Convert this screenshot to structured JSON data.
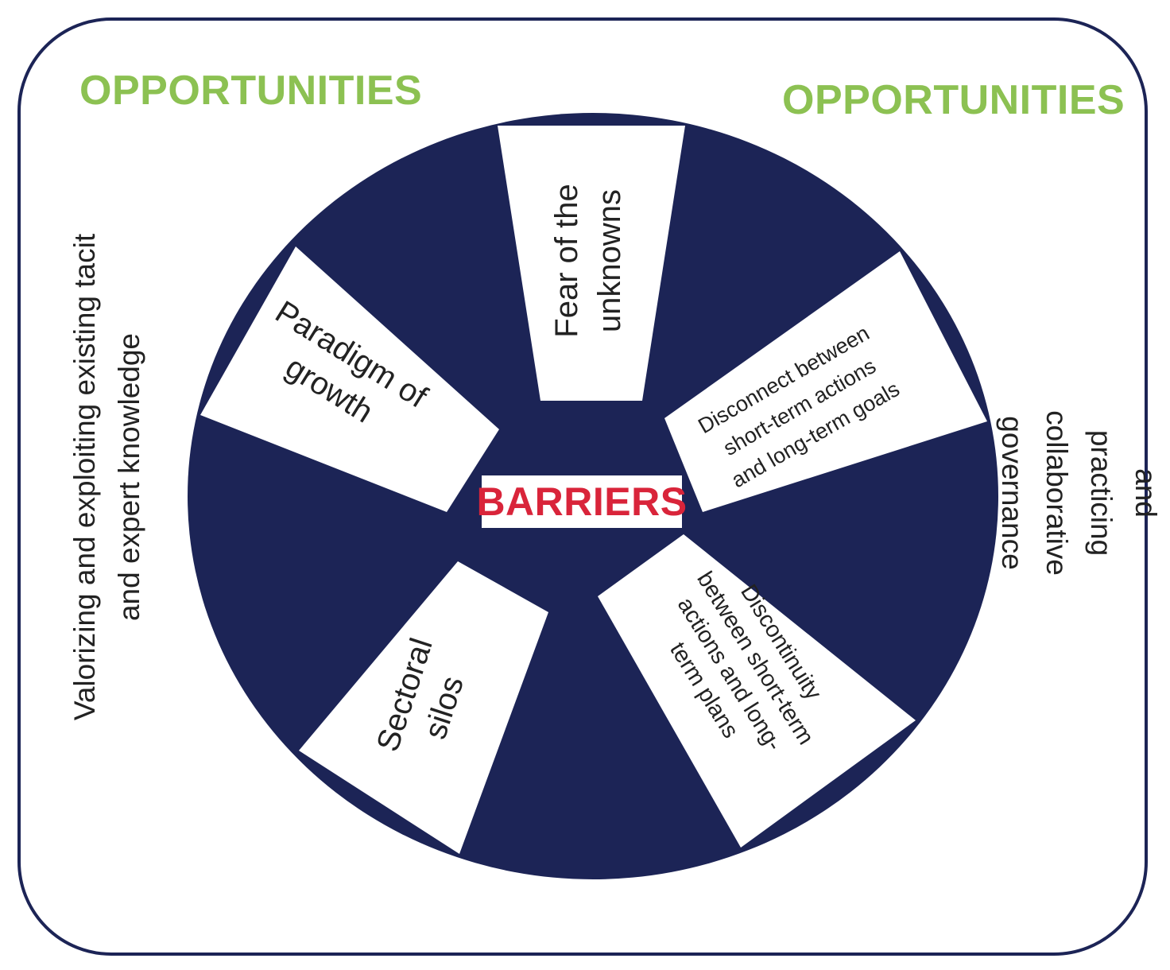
{
  "opportunities": {
    "left_heading": "OPPORTUNITIES",
    "right_heading": "OPPORTUNITIES",
    "left_text": "Valorizing and exploiting existing tacit\nand expert knowledge",
    "right_text": "Establishing and practicing\ncollaborative governance approaches"
  },
  "center": {
    "label": "BARRIERS"
  },
  "barriers": {
    "fear": "Fear of the\nunknowns",
    "paradigm": "Paradigm of\ngrowth",
    "disconnect": "Disconnect between\nshort-term actions\nand long-term goals",
    "sectoral": "Sectoral\nsilos",
    "discontinuity": "Discontinuity\nbetween short-term\nactions and long-\nterm plans"
  },
  "colors": {
    "navy": "#1c2456",
    "opportunity_green": "#8cc152",
    "barrier_red": "#d9243a"
  }
}
